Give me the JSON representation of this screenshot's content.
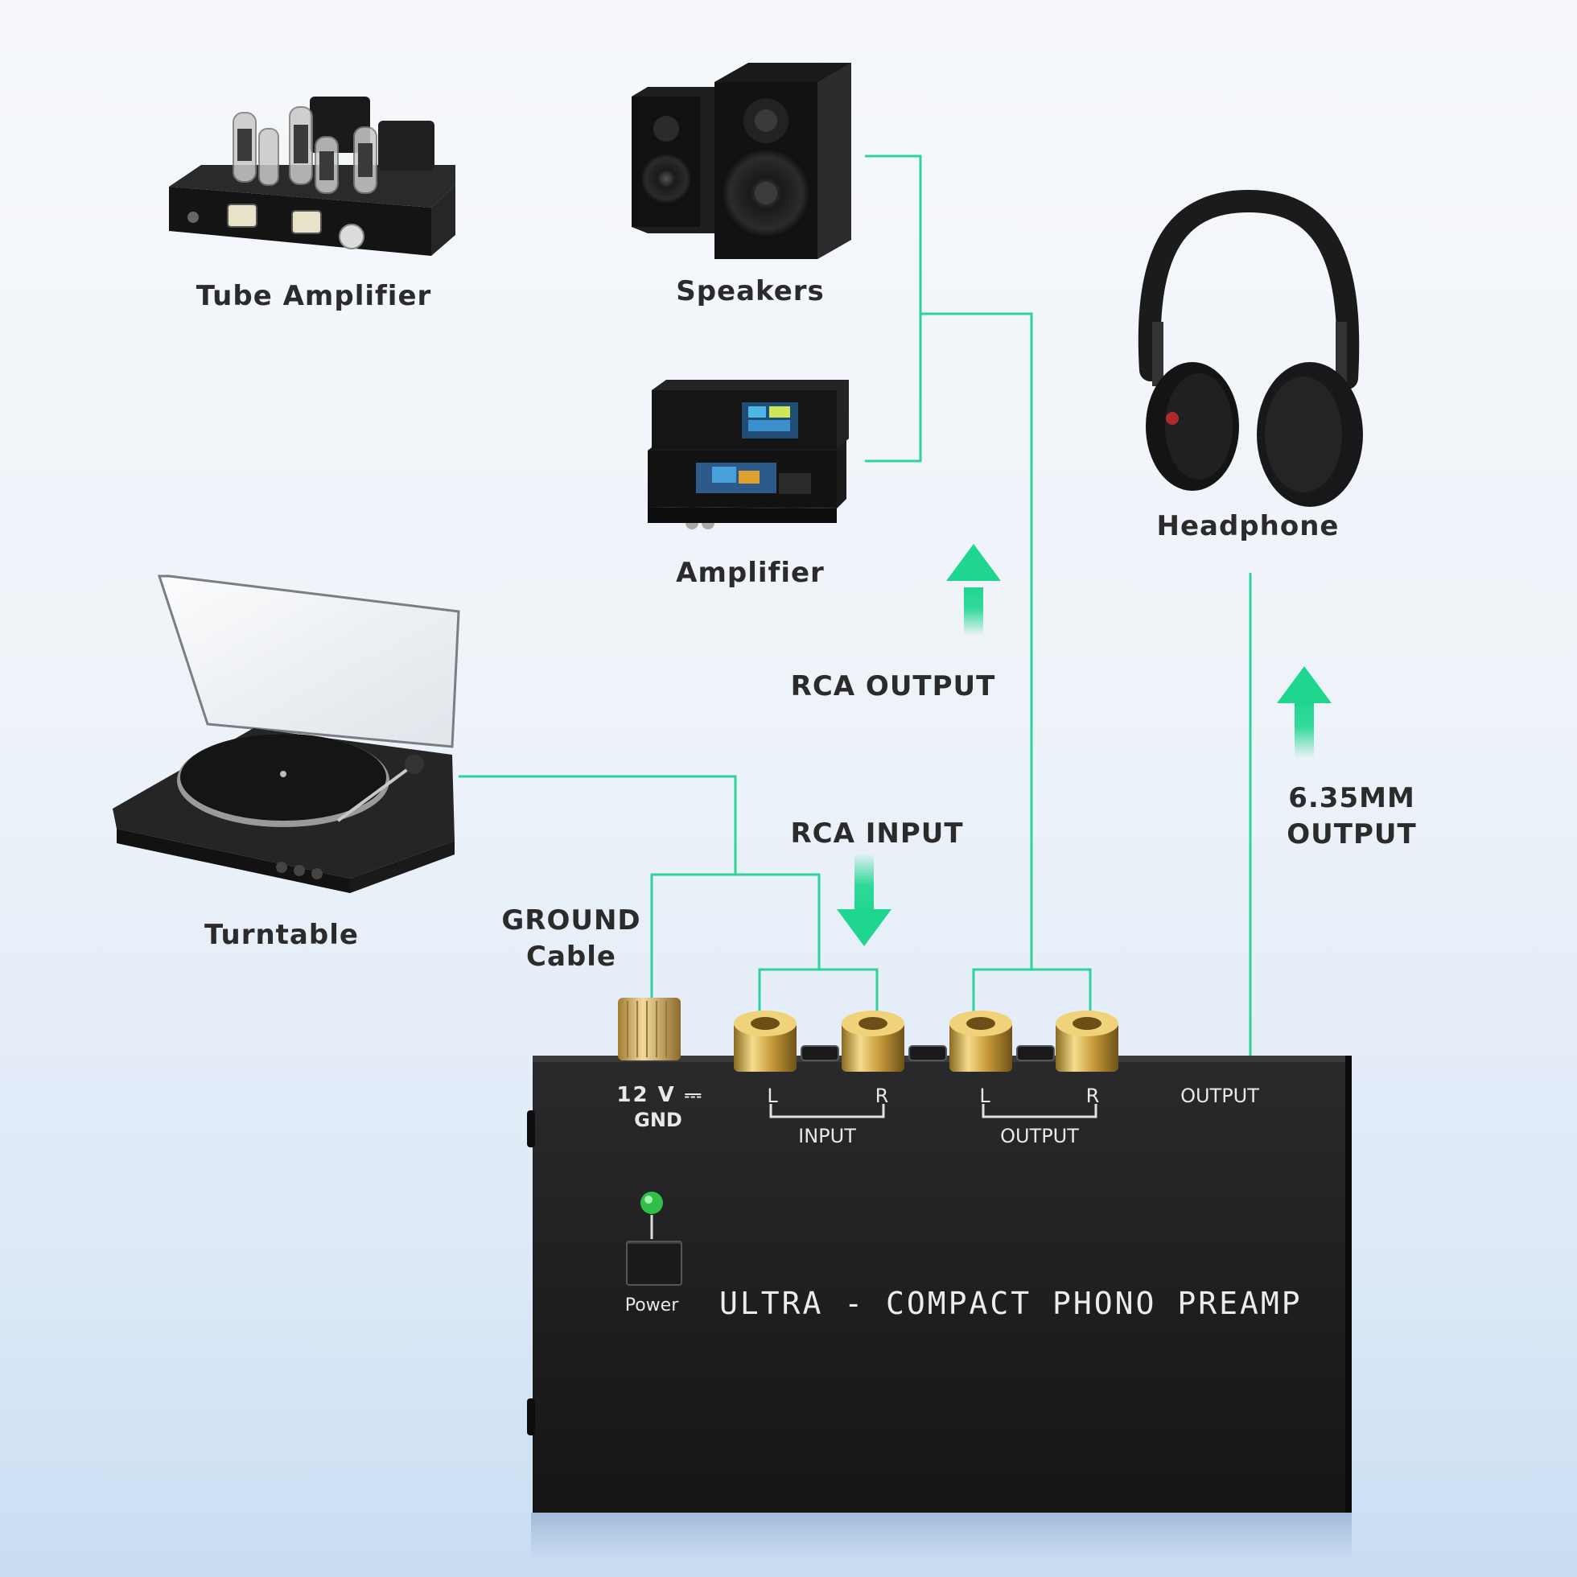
{
  "devices": {
    "tube_amplifier": "Tube Amplifier",
    "speakers": "Speakers",
    "amplifier": "Amplifier",
    "headphone": "Headphone",
    "turntable": "Turntable"
  },
  "connections": {
    "rca_output": "RCA OUTPUT",
    "rca_input": "RCA INPUT",
    "ground_cable_line1": "GROUND",
    "ground_cable_line2": "Cable",
    "headphone_output_line1": "6.35MM",
    "headphone_output_line2": "OUTPUT"
  },
  "panel": {
    "power_label": "12 V ⎓",
    "gnd_label": "GND",
    "input_l": "L",
    "input_r": "R",
    "input_label": "INPUT",
    "output_l": "L",
    "output_r": "R",
    "output_label": "OUTPUT",
    "jack_output_label": "OUTPUT",
    "power_button_label": "Power",
    "product_title": "ULTRA - COMPACT  PHONO  PREAMP"
  },
  "colors": {
    "connector_line": "#2ed39a",
    "arrow": "#1fd68f",
    "device_body": "#1c1c1d",
    "gold": "#d9b45a",
    "power_led": "#2fbf4a"
  }
}
